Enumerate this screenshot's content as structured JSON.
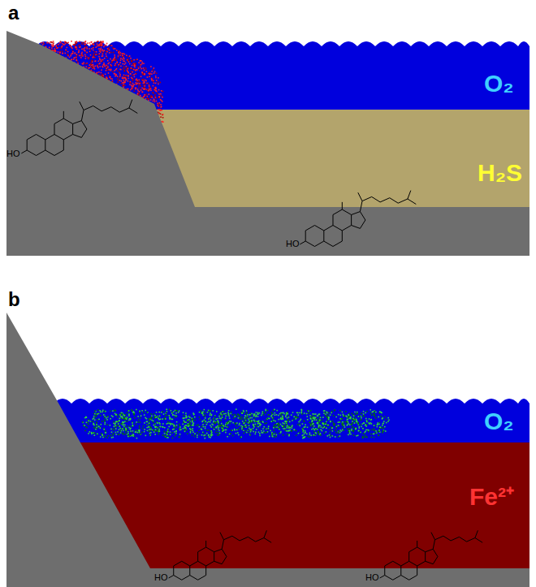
{
  "diagram": {
    "labels": [
      "a",
      "O₂",
      "HO",
      "H₂S",
      "HO",
      "b",
      "O₂",
      "Fe²⁺",
      "HO",
      "HO"
    ]
  }
}
